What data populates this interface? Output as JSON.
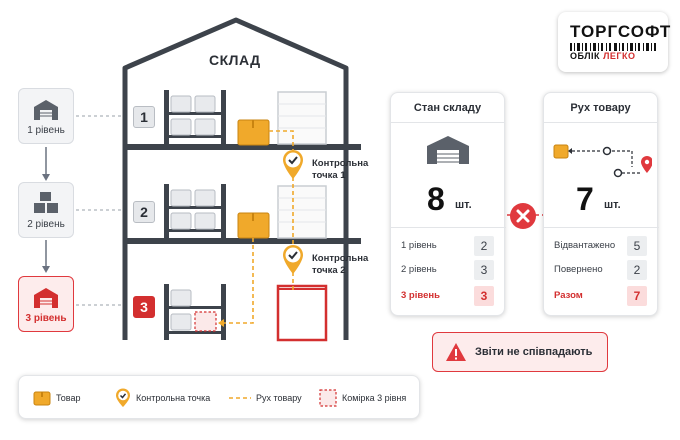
{
  "warehouse": {
    "title": "СКЛАД",
    "floors": [
      "1",
      "2",
      "3"
    ],
    "checkpoints": [
      {
        "line1": "Контрольна",
        "line2": "точка 1"
      },
      {
        "line1": "Контрольна",
        "line2": "точка 2"
      }
    ]
  },
  "levels": [
    {
      "label": "1 рівень"
    },
    {
      "label": "2 рівень"
    },
    {
      "label": "3 рівень"
    }
  ],
  "logo": {
    "top": "ТОРГСОФТ",
    "bottom_dark": "ОБЛІК",
    "bottom_red": "ЛЕГКО"
  },
  "stock_card": {
    "title": "Стан складу",
    "total": "8",
    "unit": "шт.",
    "rows": [
      {
        "name": "1 рівень",
        "value": "2"
      },
      {
        "name": "2 рівень",
        "value": "3"
      },
      {
        "name": "3 рівень",
        "value": "3"
      }
    ]
  },
  "movement_card": {
    "title": "Рух товару",
    "total": "7",
    "unit": "шт.",
    "rows": [
      {
        "name": "Відвантажено",
        "value": "5"
      },
      {
        "name": "Повернено",
        "value": "2"
      },
      {
        "name": "Разом",
        "value": "7"
      }
    ]
  },
  "alert": {
    "text": "Звіти не співпадають"
  },
  "legend": {
    "product": "Товар",
    "checkpoint": "Контрольна точка",
    "movement": "Рух товару",
    "cell": "Комірка 3 рівня"
  },
  "colors": {
    "accent_red": "#d32f2f",
    "box_orange": "#f0a92b",
    "dark": "#3d434b"
  }
}
